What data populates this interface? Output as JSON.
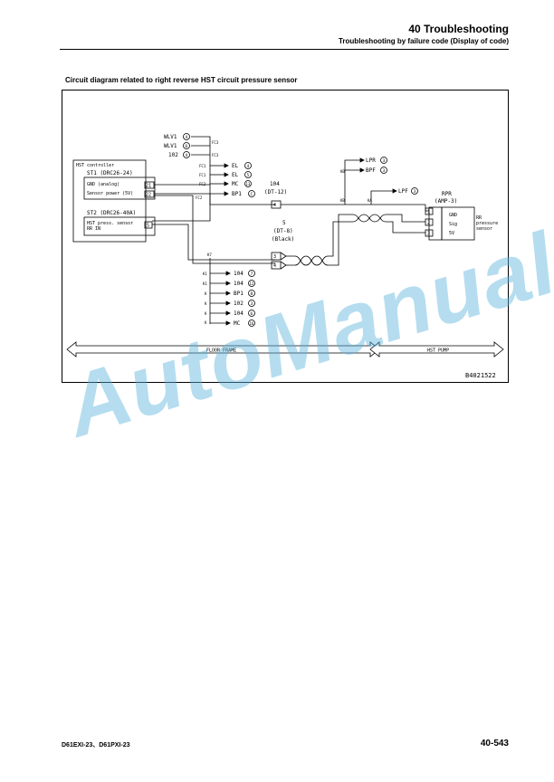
{
  "header": {
    "chapter_title": "40 Troubleshooting",
    "section_title": "Troubleshooting by failure code (Display of code)"
  },
  "diagram": {
    "caption": "Circuit diagram related to right reverse HST circuit pressure sensor",
    "drawing_number": "B4021522",
    "controller": {
      "title": "HST controller",
      "connector1": "ST1 (DRC26-24)",
      "connector1_pins": [
        {
          "label": "GND (analog)",
          "pin": "21"
        },
        {
          "label": "Sensor power (5V)",
          "pin": "22"
        }
      ],
      "connector2": "ST2 (DRC26-40A)",
      "connector2_pin": {
        "label": "HST press. sensor RR IN",
        "pin": "5"
      }
    },
    "top_refs": [
      {
        "name": "WLV1",
        "num": "4"
      },
      {
        "name": "WLV1",
        "num": "6"
      },
      {
        "name": "102",
        "num": "4"
      }
    ],
    "fc_labels": [
      "FC3",
      "FC3",
      "FC1",
      "FC1",
      "FC2",
      "FC2"
    ],
    "fc_refs": [
      {
        "name": "EL",
        "num": "4"
      },
      {
        "name": "EL",
        "num": "5"
      },
      {
        "name": "MC",
        "num": "13"
      },
      {
        "name": "BP1",
        "num": "C"
      }
    ],
    "kb_refs": [
      {
        "name": "LPR",
        "num": "3"
      },
      {
        "name": "BPF",
        "num": "3"
      }
    ],
    "lpf_ref": {
      "name": "LPF",
      "num": "3"
    },
    "node_labels": [
      "KB",
      "KB",
      "KA",
      "K7"
    ],
    "connector_104": {
      "name": "104",
      "type": "(DT-12)",
      "pin": "4"
    },
    "connector_5": {
      "name": "5",
      "type": "(DT-8)",
      "color": "(Black)",
      "pins": [
        "3",
        "4"
      ]
    },
    "sensor": {
      "name": "RPR",
      "type": "(AMP-3)",
      "desc": "RR pressure sensor",
      "pins": [
        {
          "pin": "1",
          "label": "GND"
        },
        {
          "pin": "2",
          "label": "Sig"
        },
        {
          "pin": "3",
          "label": "5V"
        }
      ]
    },
    "k_labels": [
      "K1",
      "K1",
      "K",
      "K",
      "K",
      "K"
    ],
    "k_refs": [
      {
        "name": "104",
        "num": "7"
      },
      {
        "name": "104",
        "num": "12"
      },
      {
        "name": "BP1",
        "num": "8"
      },
      {
        "name": "102",
        "num": "3"
      },
      {
        "name": "104",
        "num": "6"
      },
      {
        "name": "MC",
        "num": "16"
      }
    ],
    "frame_labels": {
      "floor": "FLOOR FRAME",
      "pump": "HST PUMP"
    }
  },
  "footer": {
    "models": "D61EXI-23、D61PXI-23",
    "page": "40-543"
  },
  "watermark": "AutoManual"
}
